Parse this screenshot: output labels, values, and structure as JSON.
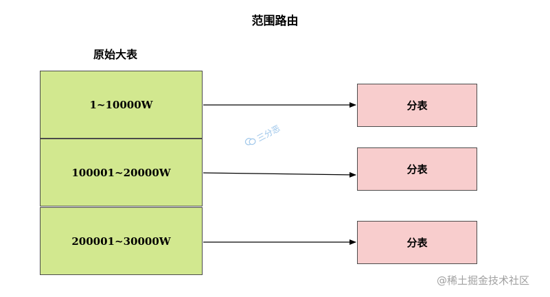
{
  "title": "范围路由",
  "original_table": {
    "label": "原始大表",
    "ranges": [
      "1~10000W",
      "100001~20000W",
      "200001~30000W"
    ]
  },
  "shards": [
    "分表",
    "分表",
    "分表"
  ],
  "colors": {
    "range_fill": "#d2e88f",
    "shard_fill": "#f8cdcd",
    "stroke": "#4a4a4a"
  },
  "watermark_center": "三分恶",
  "watermark_corner": "@稀土掘金技术社区"
}
